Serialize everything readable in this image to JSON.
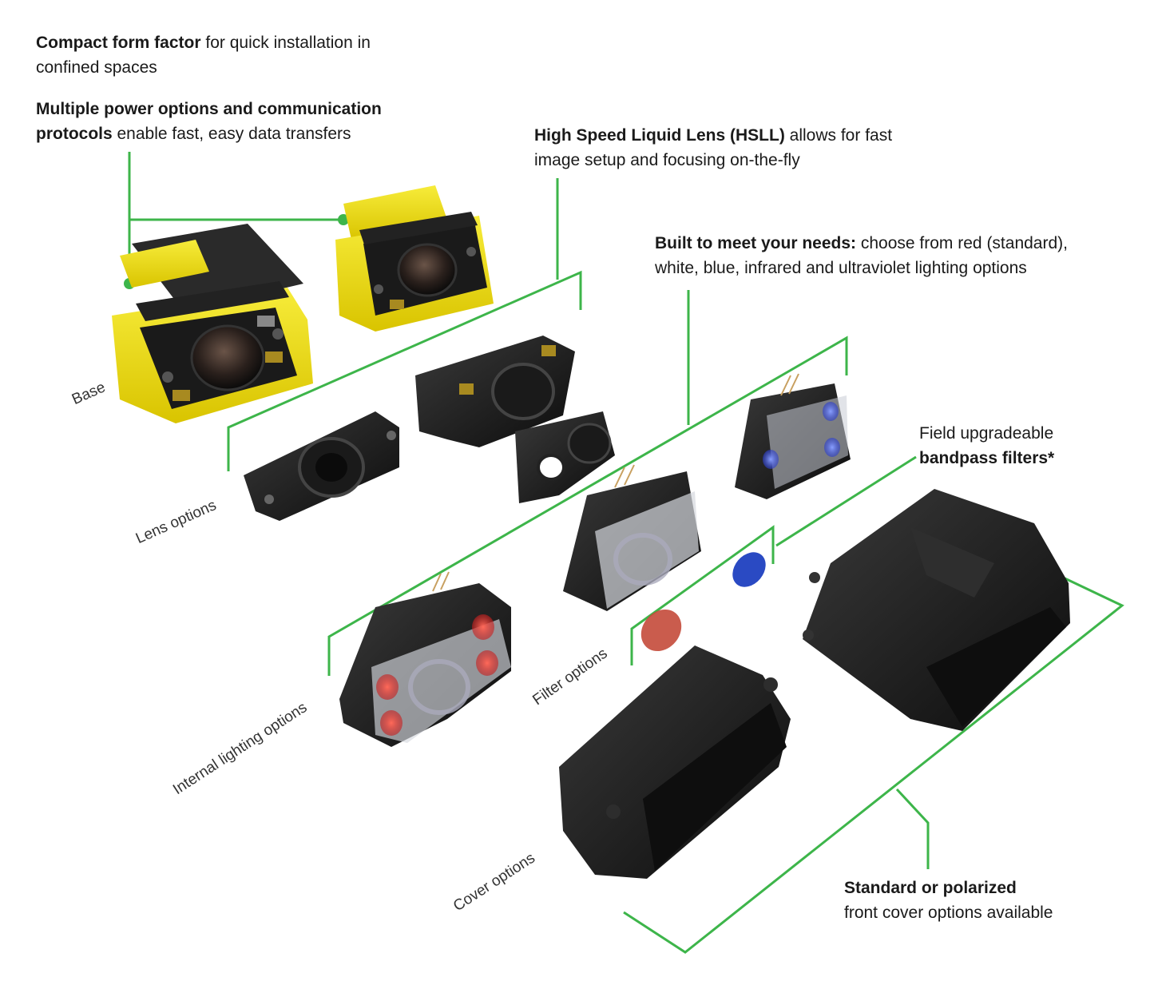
{
  "colors": {
    "accent": "#3db54a",
    "housing": "#f1e314",
    "body": "#151515",
    "red_led": "#e0302b",
    "blue_led": "#3a54d8"
  },
  "callouts": {
    "compact": {
      "bold": "Compact form factor",
      "text": " for quick installation in confined spaces"
    },
    "power": {
      "bold": "Multiple power options and communication protocols",
      "text": " enable fast, easy data transfers"
    },
    "hsll": {
      "bold": "High Speed Liquid Lens (HSLL)",
      "text": " allows for fast image setup and focusing on-the-fly"
    },
    "needs": {
      "bold": "Built to meet your needs:",
      "text": " choose from red (standard), white, blue, infrared and ultraviolet lighting options"
    },
    "filters": {
      "text": "Field upgradeable ",
      "bold": "bandpass filters*"
    },
    "cover": {
      "bold": "Standard or polarized",
      "text": "front cover options available"
    }
  },
  "labels": {
    "base": "Base",
    "lens": "Lens options",
    "lighting": "Internal lighting options",
    "filter": "Filter options",
    "cover": "Cover options"
  }
}
